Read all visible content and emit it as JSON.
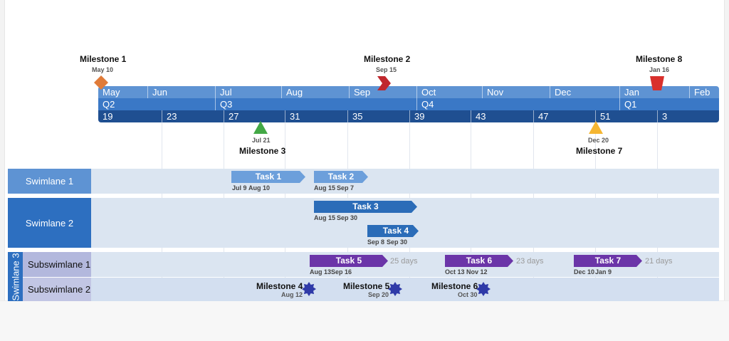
{
  "timescale": {
    "months": [
      "May",
      "Jun",
      "Jul",
      "Aug",
      "Sep",
      "Oct",
      "Nov",
      "Dec",
      "Jan",
      "Feb"
    ],
    "quarters": [
      "Q2",
      "Q3",
      "Q4",
      "Q1"
    ],
    "weeks": [
      "19",
      "23",
      "27",
      "31",
      "35",
      "39",
      "43",
      "47",
      "51",
      "3"
    ]
  },
  "milestones_top": [
    {
      "title": "Milestone 1",
      "date": "May 10",
      "shape": "diamond",
      "color": "#e07b39"
    },
    {
      "title": "Milestone 2",
      "date": "Sep 15",
      "shape": "chevron",
      "color": "#c0272d"
    },
    {
      "title": "Milestone 8",
      "date": "Jan 16",
      "shape": "trapezoid",
      "color": "#d9302c"
    }
  ],
  "milestones_bottom": [
    {
      "title": "Milestone 3",
      "date": "Jul 21",
      "shape": "triangle",
      "color": "#43a845"
    },
    {
      "title": "Milestone 7",
      "date": "Dec 20",
      "shape": "triangle",
      "color": "#f5b632"
    }
  ],
  "swimlanes": [
    {
      "label": "Swimlane 1",
      "color": "#5e93d3"
    },
    {
      "label": "Swimlane 2",
      "color": "#2d6fc0"
    },
    {
      "label": "Swimlane 3",
      "color": "#2d6fc0",
      "sublanes": [
        "Subswimlane 1",
        "Subswimlane 2"
      ]
    }
  ],
  "tasks": [
    {
      "name": "Task 1",
      "start": "Jul 9",
      "end": "Aug 10",
      "color": "#6c9fdb",
      "duration": ""
    },
    {
      "name": "Task 2",
      "start": "Aug 15",
      "end": "Sep 7",
      "color": "#6c9fdb",
      "duration": ""
    },
    {
      "name": "Task 3",
      "start": "Aug 15",
      "end": "Sep 30",
      "color": "#2b6cb8",
      "duration": ""
    },
    {
      "name": "Task 4",
      "start": "Sep 8",
      "end": "Sep 30",
      "color": "#2b6cb8",
      "duration": ""
    },
    {
      "name": "Task 5",
      "start": "Aug 13",
      "end": "Sep 16",
      "color": "#6b35a8",
      "duration": "25 days"
    },
    {
      "name": "Task 6",
      "start": "Oct 13",
      "end": "Nov 12",
      "color": "#6b35a8",
      "duration": "23 days"
    },
    {
      "name": "Task 7",
      "start": "Dec 10",
      "end": "Jan 9",
      "color": "#6b35a8",
      "duration": "21 days"
    }
  ],
  "milestones_lane": [
    {
      "title": "Milestone 4",
      "date": "Aug 12",
      "shape": "star",
      "color": "#2f3aa8"
    },
    {
      "title": "Milestone 5",
      "date": "Sep 20",
      "shape": "star",
      "color": "#2f3aa8"
    },
    {
      "title": "Milestone 6",
      "date": "Oct 30",
      "shape": "star",
      "color": "#2f3aa8"
    }
  ]
}
